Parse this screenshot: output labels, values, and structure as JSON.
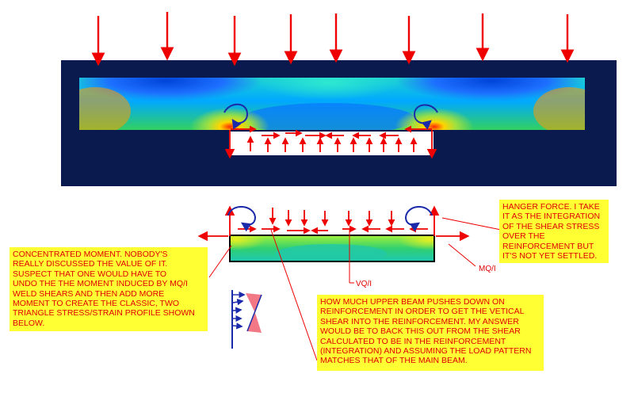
{
  "notes": {
    "hanger_force": "HANGER FORCE.  I TAKE\nIT AS THE INTEGRATION\nOF THE SHEAR STRESS\nOVER THE\nREINFORCEMENT BUT\nIT'S NOT YET SETTLED.",
    "concentrated_moment": "CONCENTRATED MOMENT.  NOBODY'S\nREALLY DISCUSSED THE VALUE OF IT.\nSUSPECT THAT ONE WOULD HAVE TO\nUNDO THE THE MOMENT INDUCED BY MQ/I\nWELD SHEARS AND THEN ADD MORE\nMOMENT TO CREATE THE CLASSIC, TWO\nTRIANGLE STRESS/STRAIN PROFILE SHOWN\nBELOW.",
    "upper_beam": "HOW MUCH UPPER BEAM PUSHES DOWN ON\nREINFORCEMENT IN ORDER TO GET THE VETICAL\nSHEAR INTO THE REINFORCEMENT.  MY ANSWER\nWOULD BE TO BACK THIS OUT FROM THE SHEAR\nCALCULATED TO BE IN THE REINFORCEMENT\n(INTEGRATION) AND ASSUMING THE LOAD PATTERN\nMATCHES THAT OF THE MAIN BEAM."
  },
  "labels": {
    "mq_i": "MQ/I",
    "vq_i": "VQ/I"
  },
  "colors": {
    "arrow": "#ee0000",
    "note_bg": "#ffff33",
    "note_text": "#e00000",
    "fea_background": "#0a1a4e",
    "moment_stroke": "#1a2aaa"
  }
}
